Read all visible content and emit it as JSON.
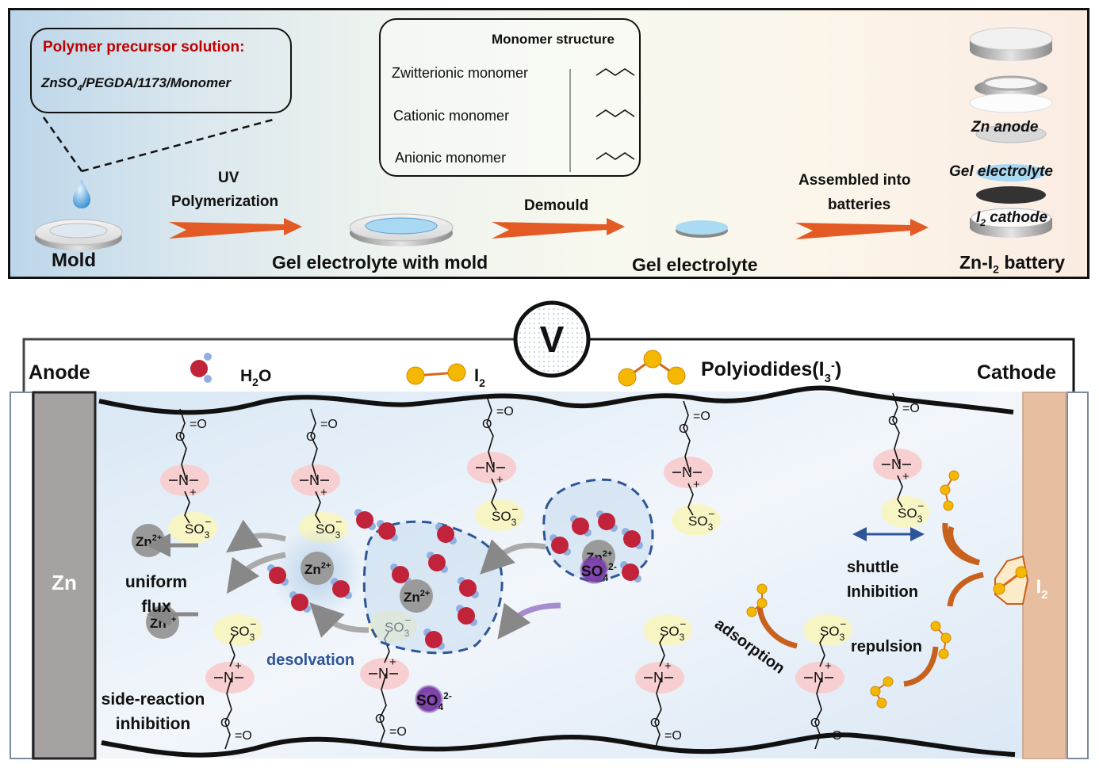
{
  "top_panel": {
    "precursor_box": {
      "title": "Polymer precursor solution:",
      "formula_prefix": "ZnSO",
      "formula_sub": "4",
      "formula_suffix": "/PEGDA/1173/Monomer",
      "title_color": "#c00000"
    },
    "steps": {
      "mold": "Mold",
      "uv_line1": "UV",
      "uv_line2": "Polymerization",
      "gel_with_mold": "Gel electrolyte with mold",
      "demould": "Demould",
      "gel": "Gel electrolyte",
      "assembled_line1": "Assembled into",
      "assembled_line2": "batteries",
      "battery_prefix": "Zn-I",
      "battery_sub": "2",
      "battery_suffix": " battery"
    },
    "monomer_box": {
      "title": "Monomer structure",
      "rows": [
        "Zwitterionic monomer",
        "Cationic monomer",
        "Anionic monomer"
      ]
    },
    "battery_stack": {
      "zn_anode": "Zn anode",
      "gel_electrolyte": "Gel electrolyte",
      "cathode_prefix": "I",
      "cathode_sub": "2",
      "cathode_suffix": " cathode"
    },
    "arrow_color": "#e35a24"
  },
  "bottom_panel": {
    "voltmeter": "V",
    "anode": "Anode",
    "cathode": "Cathode",
    "legend": {
      "h2o_prefix": "H",
      "h2o_sub": "2",
      "h2o_suffix": "O",
      "i2_prefix": "I",
      "i2_sub": "2",
      "poly_prefix": "Polyiodides(I",
      "poly_sub": "3",
      "poly_sup": "-",
      "poly_suffix": ")"
    },
    "electrodes": {
      "zn": "Zn",
      "i2_prefix": "I",
      "i2_sub": "2"
    },
    "labels": {
      "uniform_line1": "uniform",
      "uniform_line2": "flux",
      "side_line1": "side-reaction",
      "side_line2": "inhibition",
      "desolvation": "desolvation",
      "shuttle_line1": "shuttle",
      "shuttle_line2": "Inhibition",
      "repulsion": "repulsion",
      "adsorption": "adsorption"
    },
    "ions": {
      "zn": "Zn",
      "zn_charge": "2+",
      "so4": "SO",
      "so4_sub": "4",
      "so4_charge": "2-",
      "so3": "SO",
      "so3_sub": "3",
      "so3_charge": "−",
      "n": "N",
      "n_charge": "+",
      "o": "O"
    },
    "colors": {
      "water_o": "#c0233a",
      "water_h": "#8fb0e0",
      "iodine": "#f5b800",
      "iodine_bond": "#d46a1a",
      "zn_ion": "#9a9a9a",
      "so4": "#7a3fa5",
      "ammonium_bg": "#f7cfd0",
      "sulfonate_bg": "#f8f5c5",
      "desolvation_text": "#2e5597",
      "zn_electrode": "#a6a2a2",
      "i2_electrode": "#e7bfa0",
      "flow_arrow": "#c8601e"
    }
  }
}
